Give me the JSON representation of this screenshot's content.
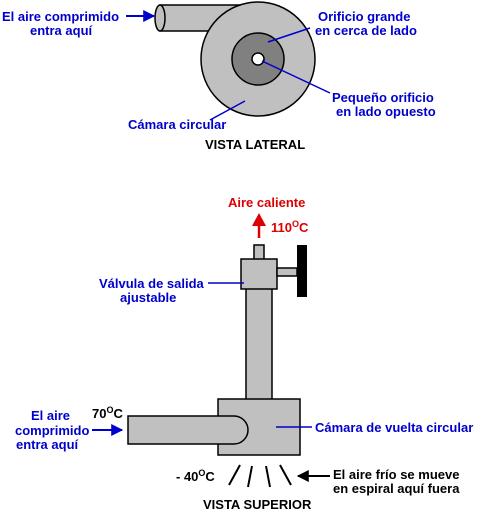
{
  "colors": {
    "label_blue": "#0000cc",
    "heat_red": "#dd0000",
    "device_gray": "#c0c0c0",
    "orifice_gray": "#808080",
    "outline": "#000000"
  },
  "side_view": {
    "title": "VISTA LATERAL",
    "inlet": {
      "line1": "El aire comprimido",
      "line2": "entra aquí"
    },
    "large_orifice": {
      "line1": "Orificio grande",
      "line2": "en cerca de lado"
    },
    "small_orifice": {
      "line1": "Pequeño orificio",
      "line2": "en lado opuesto"
    },
    "chamber": "Cámara circular"
  },
  "top_view": {
    "title": "VISTA SUPERIOR",
    "hot_air": "Aire caliente",
    "hot_temp": {
      "value": "110",
      "sup": "O",
      "unit": "C"
    },
    "valve": {
      "line1": "Válvula de salida",
      "line2": "ajustable"
    },
    "inlet": {
      "line1": "El aire",
      "line2": "comprimido",
      "line3": "entra aquí"
    },
    "inlet_temp": {
      "value": "70",
      "sup": "O",
      "unit": "C"
    },
    "chamber": "Cámara de vuelta circular",
    "cold_temp": {
      "value": "- 40",
      "sup": "O",
      "unit": "C"
    },
    "cold_air": {
      "line1": "El aire frío se mueve",
      "line2": "en espiral aquí fuera"
    }
  }
}
